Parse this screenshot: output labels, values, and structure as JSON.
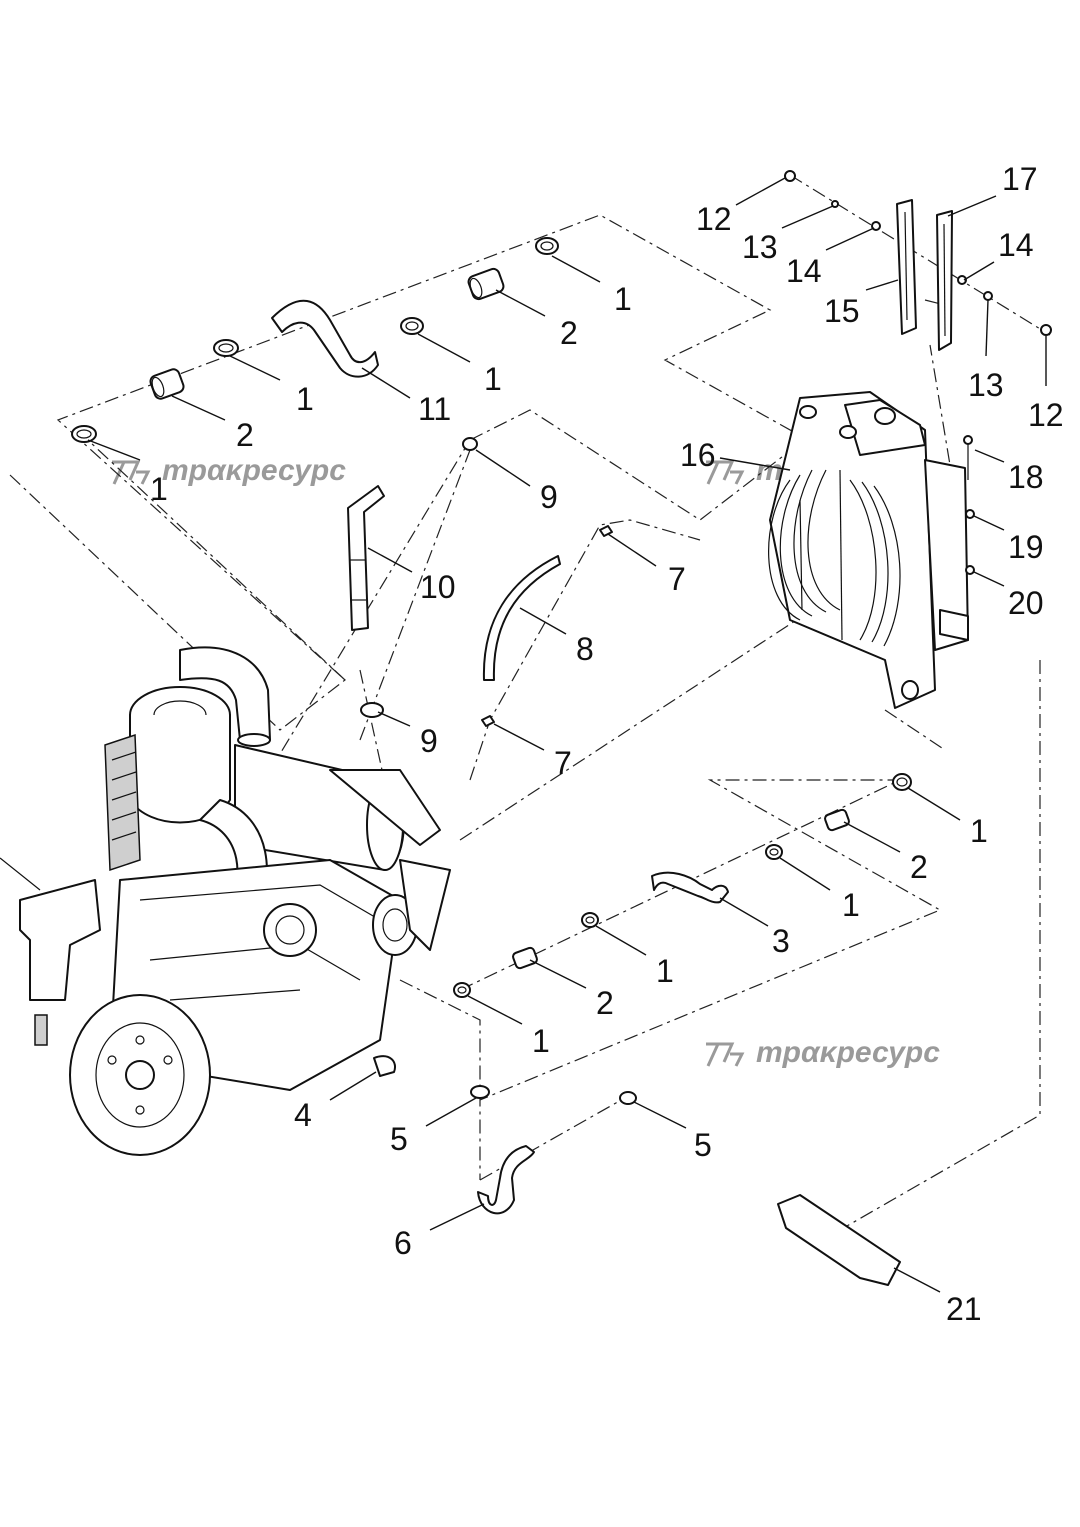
{
  "watermark": {
    "text": "трακресурс"
  },
  "callouts": [
    "1",
    "1",
    "1",
    "1",
    "1",
    "1",
    "1",
    "2",
    "2",
    "2",
    "2",
    "3",
    "4",
    "5",
    "5",
    "6",
    "7",
    "7",
    "8",
    "9",
    "9",
    "10",
    "11",
    "12",
    "12",
    "13",
    "13",
    "14",
    "14",
    "15",
    "16",
    "17",
    "18",
    "19",
    "20",
    "21"
  ],
  "colors": {
    "line": "#111111",
    "watermark": "#9a9a9a",
    "background": "#ffffff"
  }
}
